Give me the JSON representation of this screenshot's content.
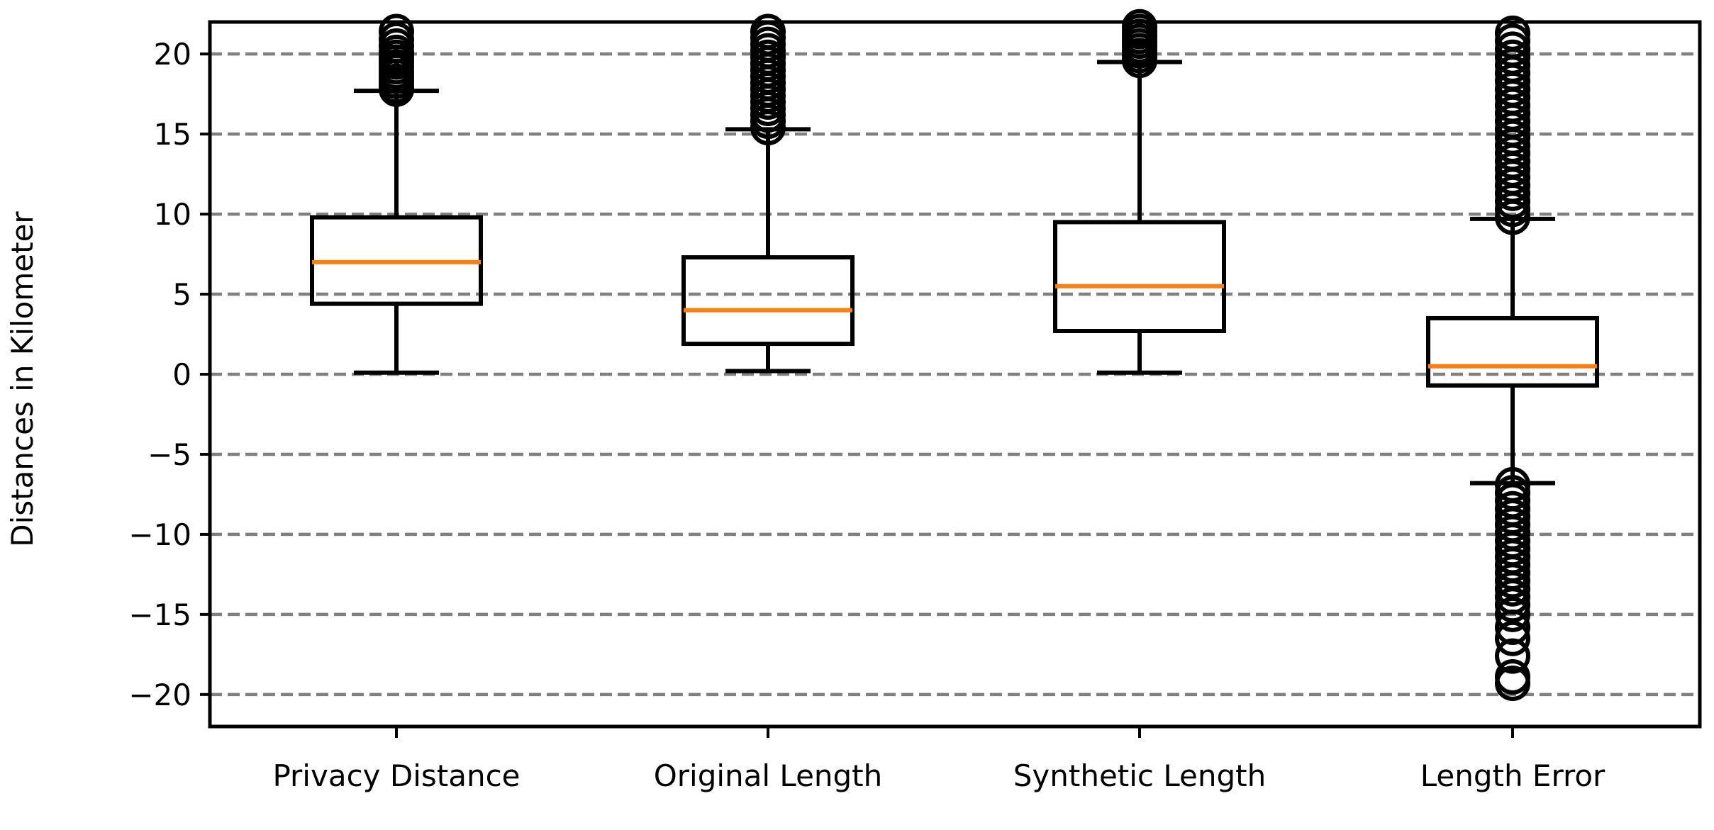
{
  "chart_data": {
    "type": "box",
    "title": "",
    "xlabel": "",
    "ylabel": "Distances in Kilometer",
    "ylim": [
      -22,
      22
    ],
    "yticks": [
      20,
      15,
      10,
      5,
      0,
      -5,
      -10,
      -15,
      -20
    ],
    "ytick_labels": [
      "20",
      "15",
      "10",
      "5",
      "0",
      "−5",
      "−10",
      "−15",
      "−20"
    ],
    "grid": "horizontal-dashed",
    "categories": [
      "Privacy Distance",
      "Original Length",
      "Synthetic Length",
      "Length Error"
    ],
    "boxes": [
      {
        "category": "Privacy Distance",
        "whisker_low": 0.1,
        "q1": 4.4,
        "median": 7.0,
        "q3": 9.8,
        "whisker_high": 17.7,
        "outliers": [
          17.8,
          18.0,
          18.3,
          18.6,
          18.9,
          19.2,
          19.5,
          19.8,
          20.1,
          20.5,
          20.9,
          21.4
        ]
      },
      {
        "category": "Original Length",
        "whisker_low": 0.2,
        "q1": 1.9,
        "median": 4.0,
        "q3": 7.3,
        "whisker_high": 15.3,
        "outliers": [
          15.4,
          15.8,
          16.2,
          16.6,
          17.0,
          17.4,
          17.8,
          18.2,
          18.6,
          19.0,
          19.4,
          19.8,
          20.2,
          20.6,
          21.0,
          21.4
        ]
      },
      {
        "category": "Synthetic Length",
        "whisker_low": 0.1,
        "q1": 2.7,
        "median": 5.5,
        "q3": 9.5,
        "whisker_high": 19.5,
        "outliers": [
          19.6,
          19.9,
          20.2,
          20.5,
          20.8,
          21.1,
          21.4,
          21.7
        ]
      },
      {
        "category": "Length Error",
        "whisker_low": -6.8,
        "q1": -0.7,
        "median": 0.5,
        "q3": 3.5,
        "whisker_high": 9.7,
        "outliers": [
          9.8,
          10.3,
          10.8,
          11.3,
          11.8,
          12.3,
          12.8,
          13.3,
          13.8,
          14.3,
          14.8,
          15.3,
          15.8,
          16.3,
          16.8,
          17.3,
          17.8,
          18.3,
          18.8,
          19.3,
          19.8,
          20.3,
          20.8,
          21.3,
          -6.9,
          -7.4,
          -7.9,
          -8.4,
          -8.9,
          -9.4,
          -9.9,
          -10.4,
          -10.9,
          -11.4,
          -11.9,
          -12.4,
          -12.9,
          -13.4,
          -13.9,
          -14.4,
          -15.0,
          -15.8,
          -16.5,
          -17.6,
          -18.9,
          -19.3
        ]
      }
    ],
    "colors": {
      "box": "#000000",
      "median": "#ff7f0e",
      "grid": "#808080"
    }
  }
}
